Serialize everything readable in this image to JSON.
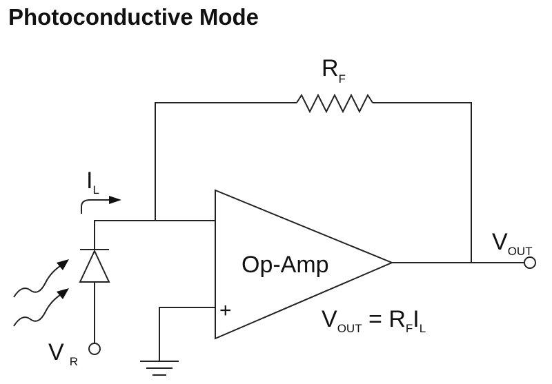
{
  "diagram": {
    "title": "Photoconductive Mode",
    "amplifier_label": "Op-Amp",
    "plus_sign": "+",
    "feedback_resistor": {
      "main": "R",
      "sub": "F"
    },
    "current_label": {
      "main": "I",
      "sub": "L"
    },
    "output_label": {
      "main": "V",
      "sub": "OUT"
    },
    "bias_label": {
      "main": "V",
      "sub": "R"
    },
    "equation": {
      "lhs_main": "V",
      "lhs_sub": "OUT",
      "equals": " = ",
      "r_main": "R",
      "r_sub": "F",
      "i_main": "I",
      "i_sub": "L"
    }
  }
}
